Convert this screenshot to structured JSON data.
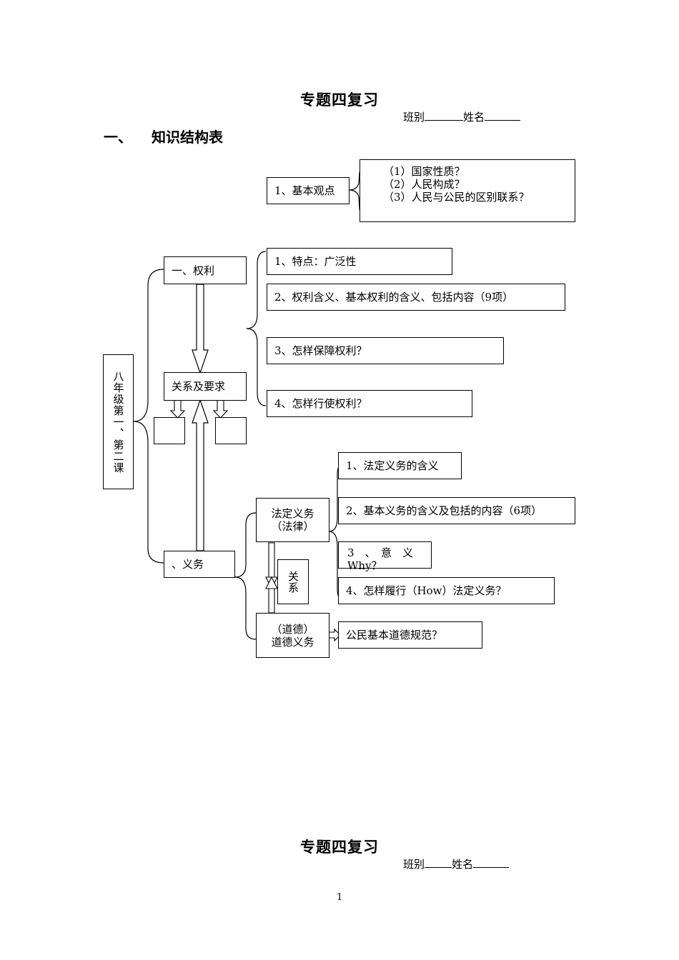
{
  "page1": {
    "title": "专题四复习",
    "class_label": "班别",
    "name_label": "姓名",
    "section_num": "一、",
    "section_title": "知识结构表"
  },
  "diagram": {
    "basic_view": "1、基本观点",
    "basic_view_items": [
      "（1）国家性质？",
      "（2）人民构成？",
      "（3）人民与公民的区别联系？"
    ],
    "root": "八年级第一、第二课",
    "rights": "一、权利",
    "rights_items": [
      "1、特点：广泛性",
      "2、权利含义、基本权利的含义、包括内容（9项）",
      "3、怎样保障权利？",
      "4、怎样行使权利？"
    ],
    "relation": "关系及要求",
    "duty": "、义务",
    "legal_duty_line1": "法定义务",
    "legal_duty_line2": "（法律）",
    "legal_items": [
      "1、法定义务的含义",
      "2、基本义务的含义及包括的内容（6项）"
    ],
    "legal_item3a": "3　、　意　义",
    "legal_item3b": "Why？",
    "legal_item4": "4、怎样履行（How）法定义务？",
    "relation_small": "关系",
    "moral_line1": "（道德）",
    "moral_line2": "道德义务",
    "moral_item": "公民基本道德规范？"
  },
  "page2": {
    "title": "专题四复习",
    "class_label": "班别",
    "name_label": "姓名"
  },
  "footer": {
    "page_number": "1"
  }
}
